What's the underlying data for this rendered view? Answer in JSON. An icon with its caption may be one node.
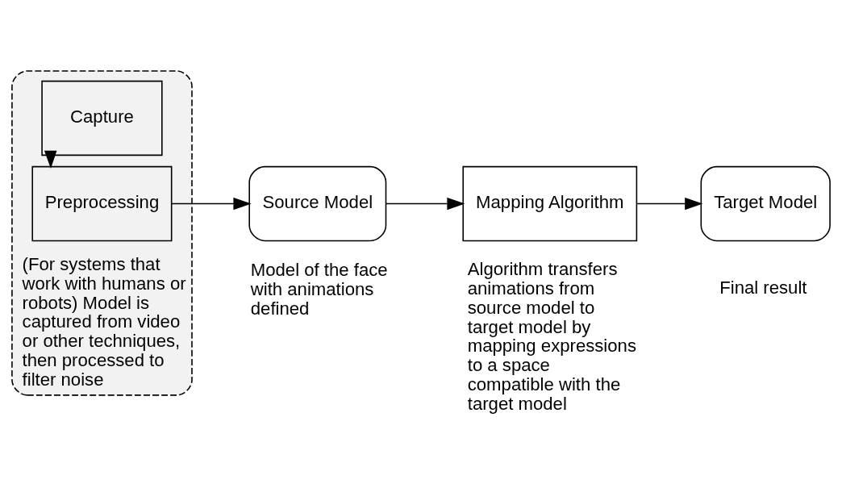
{
  "diagram": {
    "nodes": [
      {
        "text": [],
        "shape": "box",
        "beside": [
          "(For systems that work with humans or robots) Model is captured from video or other techniques, then processed to filter noise"
        ]
      },
      {
        "text": [
          "Capture"
        ],
        "in": 0
      },
      {
        "text": [
          "Preprocessing"
        ],
        "in": 0
      },
      {
        "text": [
          "Source Model"
        ],
        "beside": [
          "Model of the face with animations defined"
        ]
      },
      {
        "text": [
          "Mapping Algorithm"
        ],
        "beside": [
          "Algorithm transfers animations from source model to target model by mapping expressions to a space compatible with the target model"
        ]
      },
      {
        "text": [
          "Target Model"
        ],
        "beside": [
          "Final result"
        ]
      }
    ],
    "edges": [
      {
        "from": 1,
        "to": 2,
        "arrow": "to"
      },
      {
        "from": 2,
        "to": 3,
        "arrow": "to"
      },
      {
        "from": 3,
        "to": 4,
        "arrow": "to"
      },
      {
        "from": 4,
        "to": 5,
        "arrow": "to"
      }
    ]
  }
}
